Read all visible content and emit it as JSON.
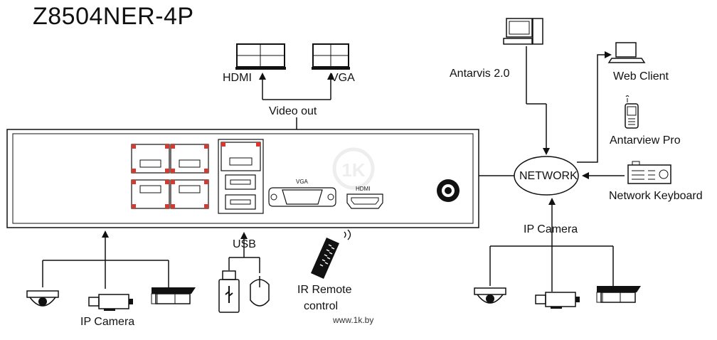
{
  "title": "Z8504NER-4P",
  "video_out": {
    "label": "Video out",
    "hdmi_label": "HDMI",
    "vga_label": "VGA"
  },
  "nvr_ports": {
    "vga_port_label": "VGA",
    "hdmi_port_label": "HDMI"
  },
  "network": {
    "label": "NETWORK",
    "software_label": "Antarvis 2.0",
    "web_client_label": "Web Client",
    "mobile_label": "Antarview Pro",
    "keyboard_label": "Network Keyboard",
    "ip_camera_label": "IP Camera"
  },
  "usb": {
    "label": "USB"
  },
  "remote": {
    "label_line1": "IR Remote",
    "label_line2": "control"
  },
  "poe_cameras": {
    "label": "IP Camera"
  },
  "watermark": "www.1k.by",
  "colors": {
    "line": "#111111",
    "poe_corner": "#d9392c",
    "watermark": "#dddddd"
  }
}
